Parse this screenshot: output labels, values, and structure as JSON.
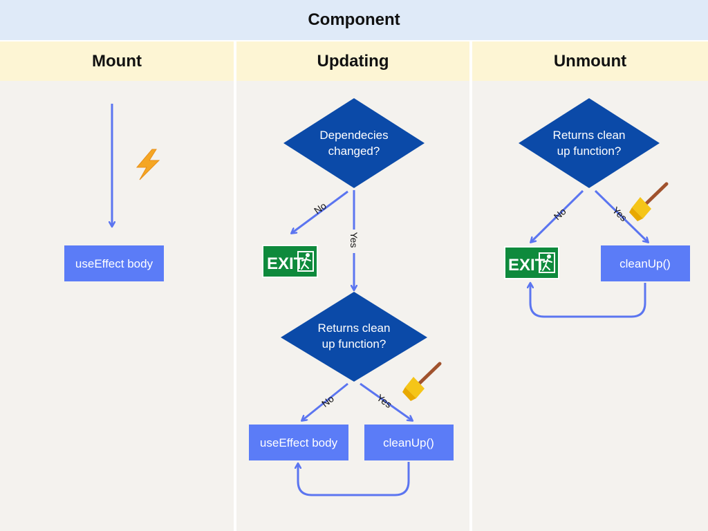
{
  "header": {
    "title": "Component"
  },
  "columns": {
    "mount": {
      "title": "Mount"
    },
    "updating": {
      "title": "Updating"
    },
    "unmount": {
      "title": "Unmount"
    }
  },
  "mount": {
    "box": "useEffect body",
    "icon": "lightning-icon"
  },
  "updating": {
    "decision1_line1": "Dependecies",
    "decision1_line2": "changed?",
    "edge_no": "No",
    "edge_yes": "Yes",
    "exit_label": "EXIT",
    "decision2_line1": "Returns clean",
    "decision2_line2": "up function?",
    "edge2_no": "No",
    "edge2_yes": "Yes",
    "box_effect": "useEffect body",
    "box_cleanup": "cleanUp()",
    "icon": "broom-icon"
  },
  "unmount": {
    "decision_line1": "Returns clean",
    "decision_line2": "up function?",
    "edge_no": "No",
    "edge_yes": "Yes",
    "exit_label": "EXIT",
    "box_cleanup": "cleanUp()",
    "icon": "broom-icon"
  },
  "colors": {
    "diamond": "#0b4aa8",
    "box": "#5b7cf7",
    "arrow": "#5b75f0",
    "exit_sign": "#0e8a3c"
  }
}
